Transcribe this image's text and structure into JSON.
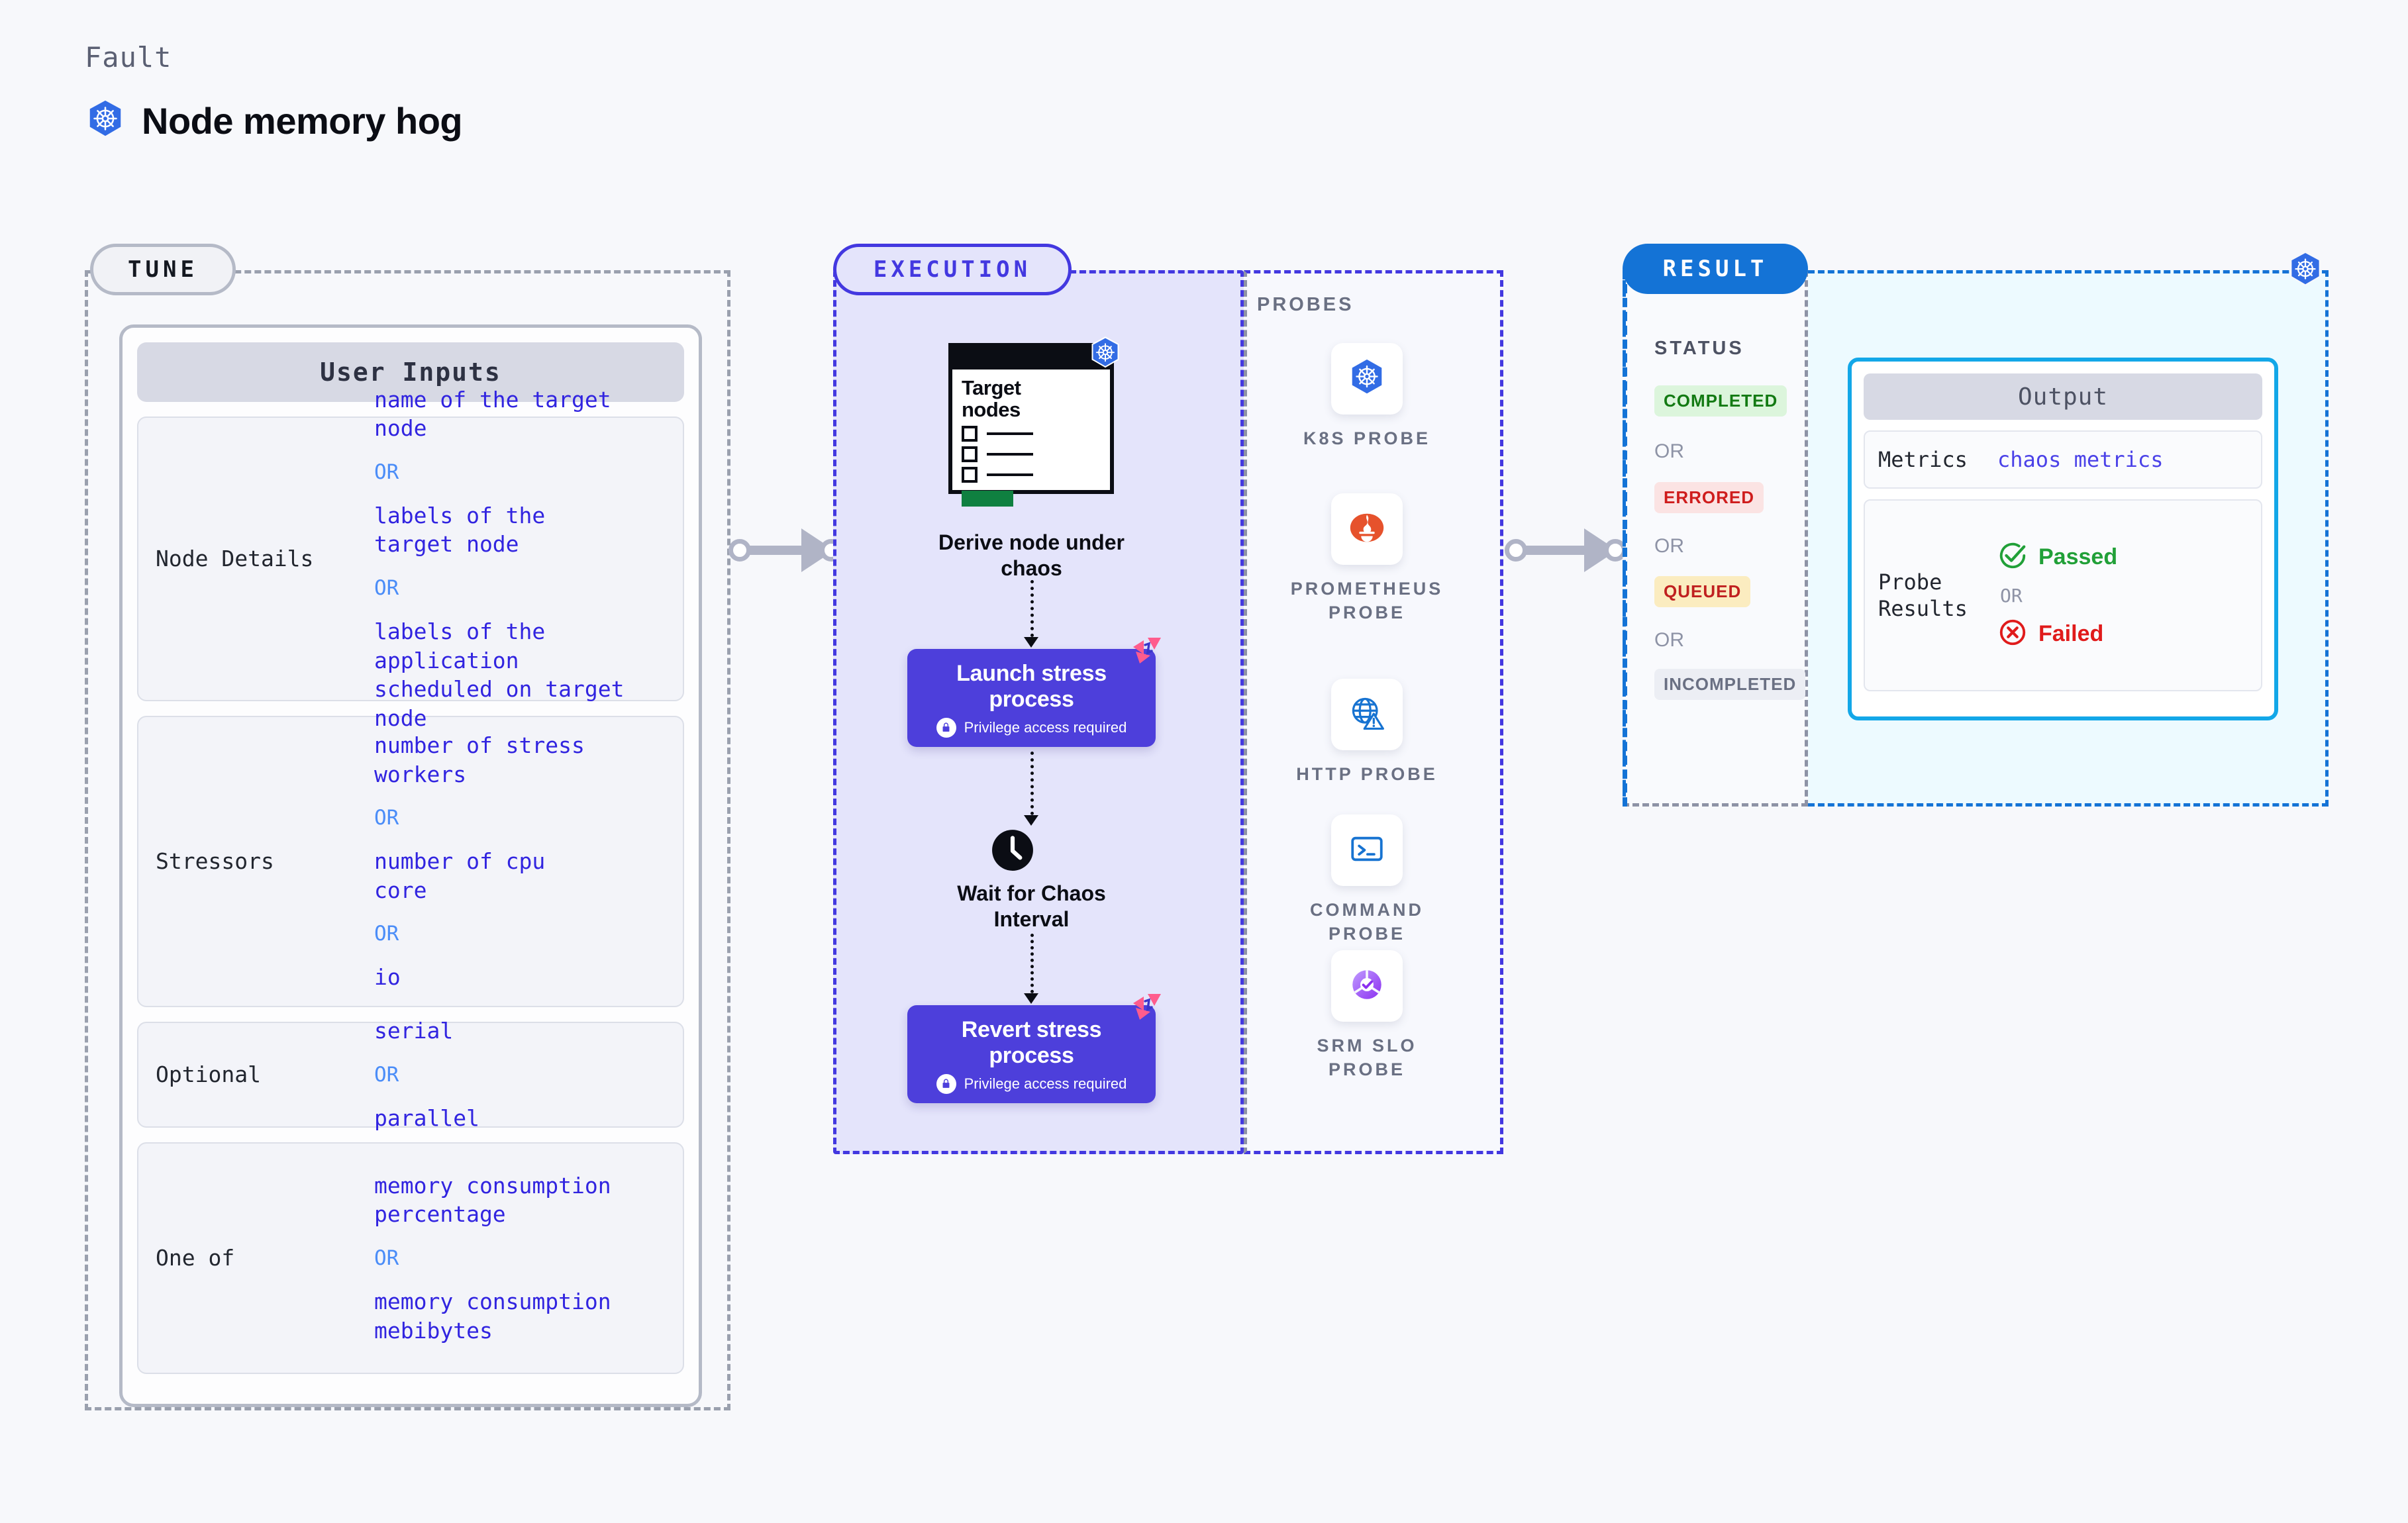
{
  "header": {
    "fault_label": "Fault",
    "title": "Node memory hog",
    "icon": "kubernetes-icon"
  },
  "tune": {
    "badge": "TUNE",
    "card_title": "User Inputs",
    "groups": [
      {
        "label": "Node Details",
        "items": [
          {
            "type": "value",
            "text": "name of the target\nnode"
          },
          {
            "type": "or",
            "text": "OR"
          },
          {
            "type": "value",
            "text": "labels of the\ntarget node"
          },
          {
            "type": "or",
            "text": "OR"
          },
          {
            "type": "value",
            "text": "labels of the application\n scheduled on target node"
          }
        ]
      },
      {
        "label": "Stressors",
        "items": [
          {
            "type": "value",
            "text": "number of stress\nworkers"
          },
          {
            "type": "or",
            "text": "OR"
          },
          {
            "type": "value",
            "text": "number of cpu\ncore"
          },
          {
            "type": "or",
            "text": "OR"
          },
          {
            "type": "value",
            "text": "io"
          }
        ]
      },
      {
        "label": "Optional",
        "items": [
          {
            "type": "value",
            "text": "serial"
          },
          {
            "type": "or",
            "text": "OR"
          },
          {
            "type": "value",
            "text": "parallel"
          }
        ]
      },
      {
        "label": "One of",
        "items": [
          {
            "type": "value",
            "text": "memory consumption\npercentage"
          },
          {
            "type": "or",
            "text": "OR"
          },
          {
            "type": "value",
            "text": "memory consumption\nmebibytes"
          }
        ]
      }
    ]
  },
  "execution": {
    "badge": "EXECUTION",
    "target_card": {
      "title": "Target\nnodes",
      "icon": "kubernetes-icon",
      "checkbox_rows": 3
    },
    "steps": [
      {
        "name": "derive",
        "label": "Derive node under\nchaos",
        "icon": "target-nodes-card"
      },
      {
        "name": "launch",
        "label": "Launch stress\nprocess",
        "sublabel": "Privilege access required",
        "icon": "lock-icon",
        "corner_icon": "litmus-icon"
      },
      {
        "name": "wait",
        "label": "Wait for Chaos\nInterval",
        "icon": "clock-icon"
      },
      {
        "name": "revert",
        "label": "Revert stress\nprocess",
        "sublabel": "Privilege access required",
        "icon": "lock-icon",
        "corner_icon": "litmus-icon"
      }
    ],
    "probes_title": "PROBES",
    "probes": [
      {
        "label": "K8S  PROBE",
        "icon": "kubernetes-icon"
      },
      {
        "label": "PROMETHEUS\nPROBE",
        "icon": "prometheus-icon"
      },
      {
        "label": "HTTP  PROBE",
        "icon": "globe-warning-icon"
      },
      {
        "label": "COMMAND\nPROBE",
        "icon": "terminal-icon"
      },
      {
        "label": "SRM  SLO\nPROBE",
        "icon": "slo-donut-icon"
      }
    ]
  },
  "result": {
    "badge": "RESULT",
    "status_title": "STATUS",
    "statuses": [
      {
        "label": "COMPLETED",
        "bg": "#dcf5dc",
        "fg": "#137a13"
      },
      {
        "label": "OR",
        "type": "or"
      },
      {
        "label": "ERRORED",
        "bg": "#fbe3e3",
        "fg": "#cf1d1d"
      },
      {
        "label": "OR",
        "type": "or"
      },
      {
        "label": "QUEUED",
        "bg": "#fbecc0",
        "fg": "#c02020"
      },
      {
        "label": "OR",
        "type": "or"
      },
      {
        "label": "INCOMPLETED",
        "bg": "#eceef4",
        "fg": "#6a7083"
      }
    ],
    "corner_icon": "kubernetes-icon",
    "output": {
      "title": "Output",
      "metrics_label": "Metrics",
      "metrics_value": "chaos metrics",
      "probe_results_label": "Probe\nResults",
      "passed": "Passed",
      "or": "OR",
      "failed": "Failed",
      "passed_color": "#21a038",
      "failed_color": "#e01b1b"
    }
  },
  "colors": {
    "tune_badge_bg": "#f1f2f6",
    "exec_accent": "#4338e0",
    "result_accent": "#1473d6",
    "output_border": "#13a7e8",
    "step_bg": "#4d3fdb",
    "link_text": "#3124e0",
    "or_text": "#4b8df8"
  }
}
